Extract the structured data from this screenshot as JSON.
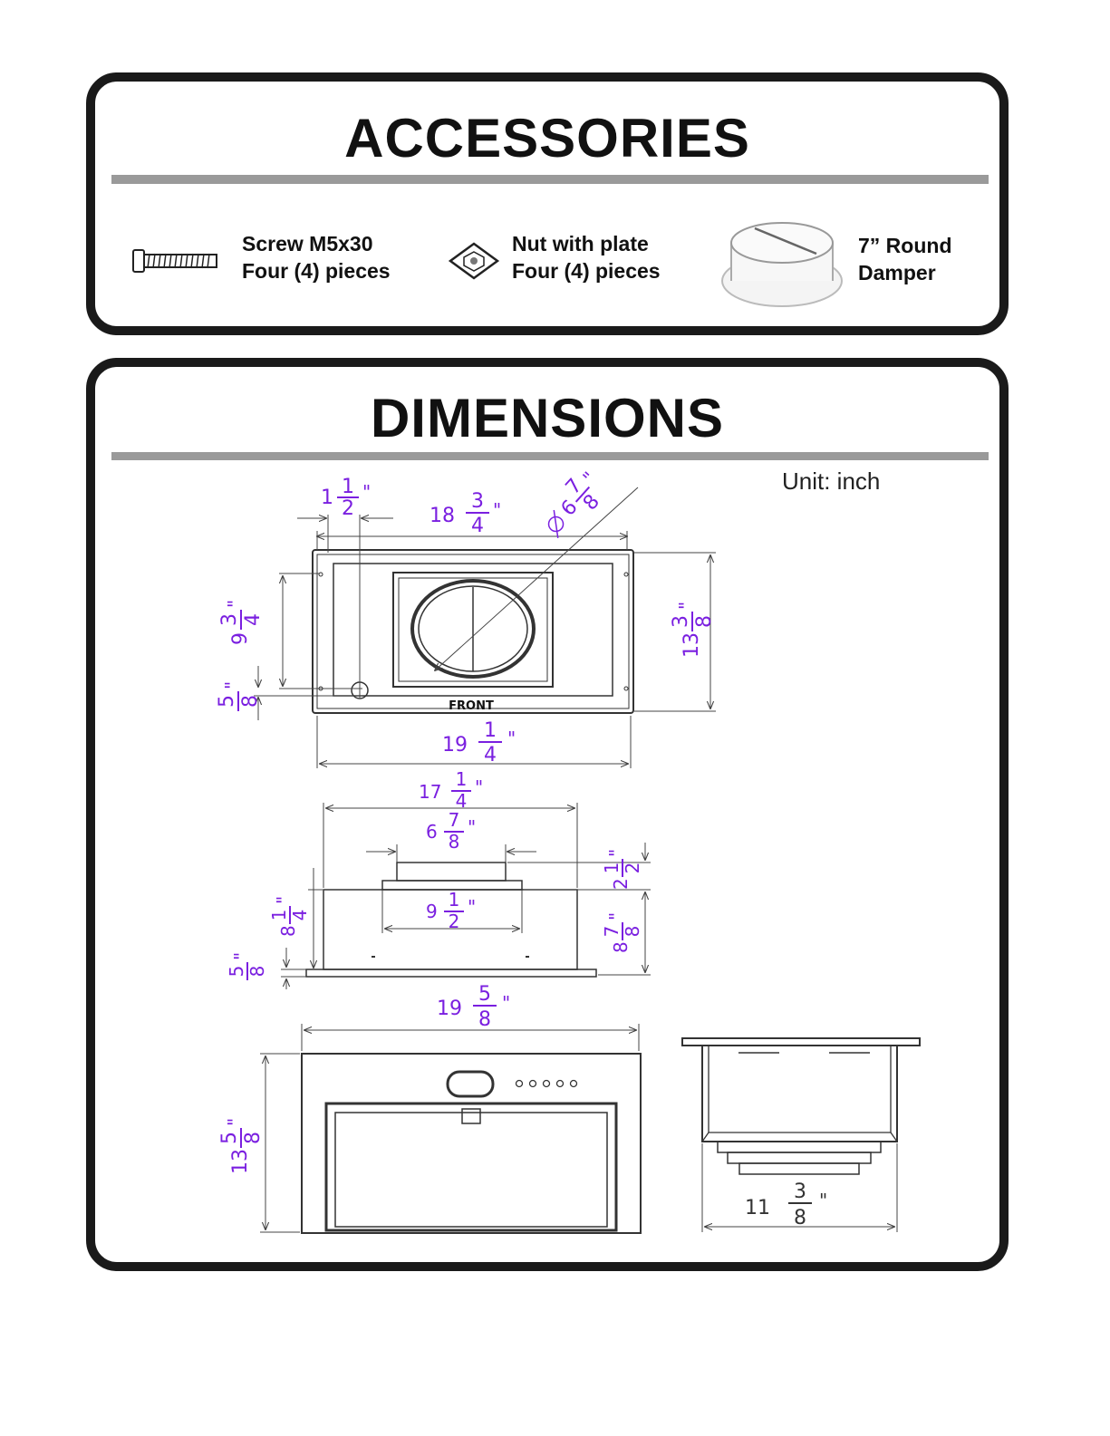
{
  "accessories": {
    "title": "ACCESSORIES",
    "items": [
      {
        "icon": "screw-icon",
        "line1": "Screw M5x30",
        "line2": "Four (4) pieces"
      },
      {
        "icon": "nut-plate-icon",
        "line1": "Nut with plate",
        "line2": "Four (4) pieces"
      },
      {
        "icon": "damper-icon",
        "line1": "7” Round",
        "line2": "Damper"
      }
    ]
  },
  "dimensions": {
    "title": "DIMENSIONS",
    "unit": "Unit: inch",
    "front_label": "FRONT",
    "labels": {
      "a_whole": "1",
      "a_num": "1",
      "a_den": "2",
      "b_whole": "18",
      "b_num": "3",
      "b_den": "4",
      "c_whole": "6",
      "c_num": "7",
      "c_den": "8",
      "d_whole": "9",
      "d_num": "3",
      "d_den": "4",
      "e_whole": "13",
      "e_num": "3",
      "e_den": "8",
      "f_num": "5",
      "f_den": "8",
      "g_whole": "19",
      "g_num": "1",
      "g_den": "4",
      "h_whole": "17",
      "h_num": "1",
      "h_den": "4",
      "i_whole": "6",
      "i_num": "7",
      "i_den": "8",
      "j_whole": "2",
      "j_num": "1",
      "j_den": "2",
      "k_whole": "9",
      "k_num": "1",
      "k_den": "2",
      "l_whole": "8",
      "l_num": "1",
      "l_den": "4",
      "m_whole": "8",
      "m_num": "7",
      "m_den": "8",
      "n_num": "5",
      "n_den": "8",
      "o_whole": "19",
      "o_num": "5",
      "o_den": "8",
      "p_whole": "13",
      "p_num": "5",
      "p_den": "8",
      "q_whole": "11",
      "q_num": "3",
      "q_den": "8",
      "inch_mark": "\""
    },
    "accent_color": "#7a1fe0"
  }
}
